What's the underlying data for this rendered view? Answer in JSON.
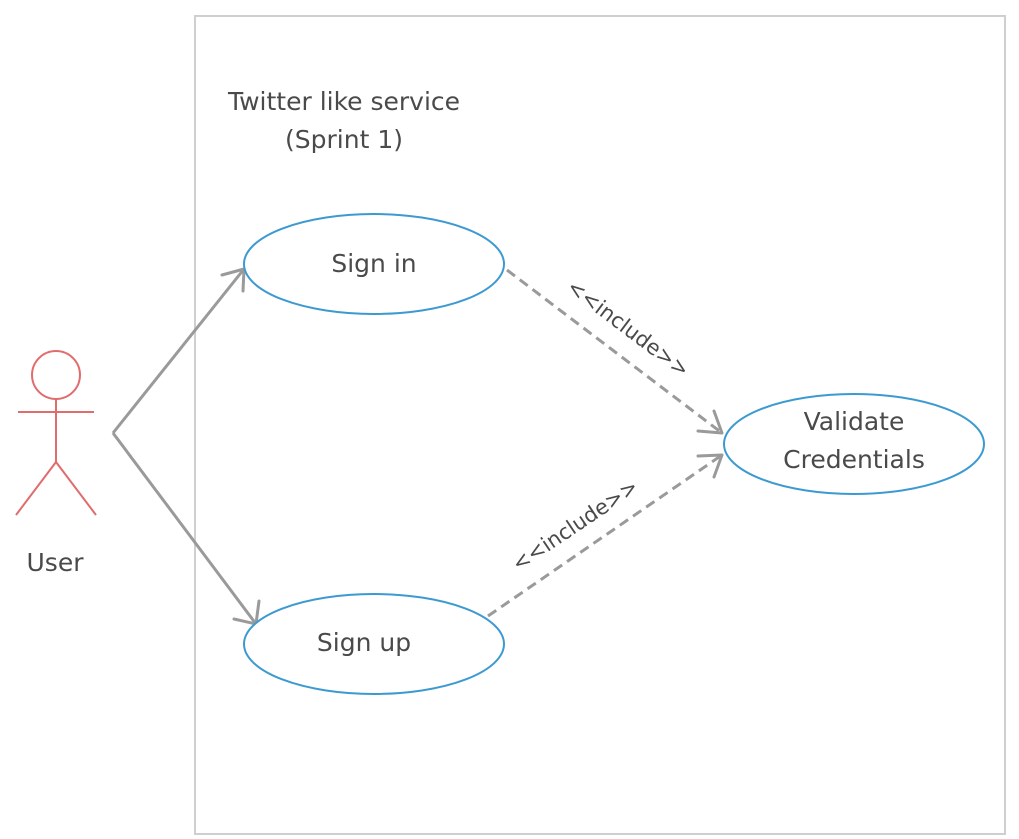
{
  "system": {
    "title_line1": "Twitter like service",
    "title_line2": "(Sprint 1)"
  },
  "actor": {
    "label": "User",
    "color": "#e06c6c"
  },
  "use_cases": [
    {
      "id": "sign-in",
      "label_lines": [
        "Sign in"
      ]
    },
    {
      "id": "sign-up",
      "label_lines": [
        "Sign up"
      ]
    },
    {
      "id": "validate-credentials",
      "label_lines": [
        "Validate",
        "Credentials"
      ]
    }
  ],
  "associations": [
    {
      "from": "User",
      "to": "Sign in"
    },
    {
      "from": "User",
      "to": "Sign up"
    }
  ],
  "includes": [
    {
      "from": "Sign in",
      "to": "Validate Credentials",
      "label": "<<include>>"
    },
    {
      "from": "Sign up",
      "to": "Validate Credentials",
      "label": "<<include>>"
    }
  ],
  "colors": {
    "usecase_stroke": "#3d9ad1",
    "connector": "#9a9a9a",
    "boundary": "#cfcfcf",
    "text": "#4a4a4a"
  }
}
